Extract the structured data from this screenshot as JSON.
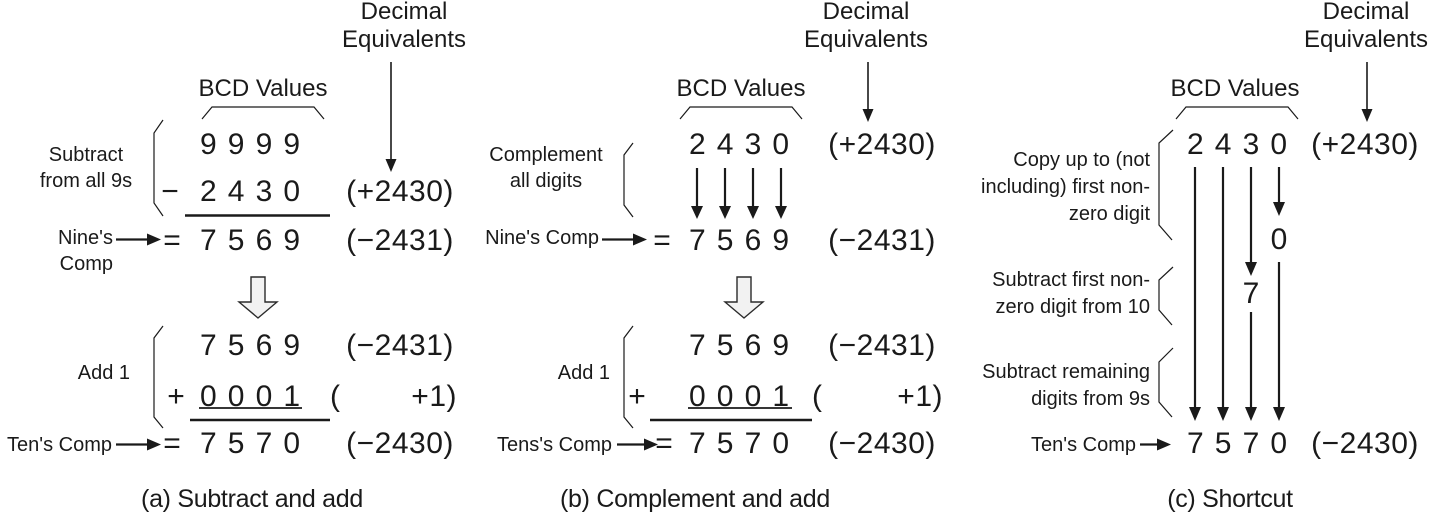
{
  "colors": {
    "ink": "#1a1a1a",
    "big_arrow_fill": "#f2f2f2"
  },
  "shared": {
    "decimal_equivalents_header": "Decimal\nEquivalents",
    "bcd_values_header": "BCD Values"
  },
  "panel_a": {
    "caption": "(a) Subtract and add",
    "side_label": "Subtract\nfrom all 9s",
    "nines_row": "9999",
    "minus_sign": "−",
    "value_row": "2430",
    "value_decimal": "(+2430)",
    "nines_comp_label": "Nine's Comp",
    "equals_sign": "=",
    "nines_comp_row": "7569",
    "nines_comp_decimal": "(−2431)",
    "add_one_label": "Add 1",
    "carry_row": "7569",
    "carry_decimal": "(−2431)",
    "plus_sign": "+",
    "one_row": "0001",
    "one_decimal_open": "(",
    "one_decimal_value": "+1)",
    "tens_comp_label": "Ten's Comp",
    "tens_comp_row": "7570",
    "tens_comp_decimal": "(−2430)"
  },
  "panel_b": {
    "caption": "(b) Complement and add",
    "side_label": "Complement\nall digits",
    "value_row": "2430",
    "value_decimal": "(+2430)",
    "nines_comp_label": "Nine's Comp",
    "equals_sign": "=",
    "nines_comp_row": "7569",
    "nines_comp_decimal": "(−2431)",
    "add_one_label": "Add 1",
    "carry_row": "7569",
    "carry_decimal": "(−2431)",
    "plus_sign": "+",
    "one_row": "0001",
    "one_decimal_open": "(",
    "one_decimal_value": "+1)",
    "tens_comp_label": "Tens's Comp",
    "tens_comp_row": "7570",
    "tens_comp_decimal": "(−2430)"
  },
  "panel_c": {
    "caption": "(c) Shortcut",
    "value_row": "2430",
    "value_decimal": "(+2430)",
    "copy_label": "Copy up to (not\nincluding) first non-\nzero digit",
    "copied_digit": "0",
    "subtract_ten_label": "Subtract first non-\nzero digit from 10",
    "ten_minus_digit": "7",
    "subtract_nines_label": "Subtract remaining\ndigits from 9s",
    "tens_comp_label": "Ten's Comp",
    "result_row": "7570",
    "result_decimal": "(−2430)"
  }
}
